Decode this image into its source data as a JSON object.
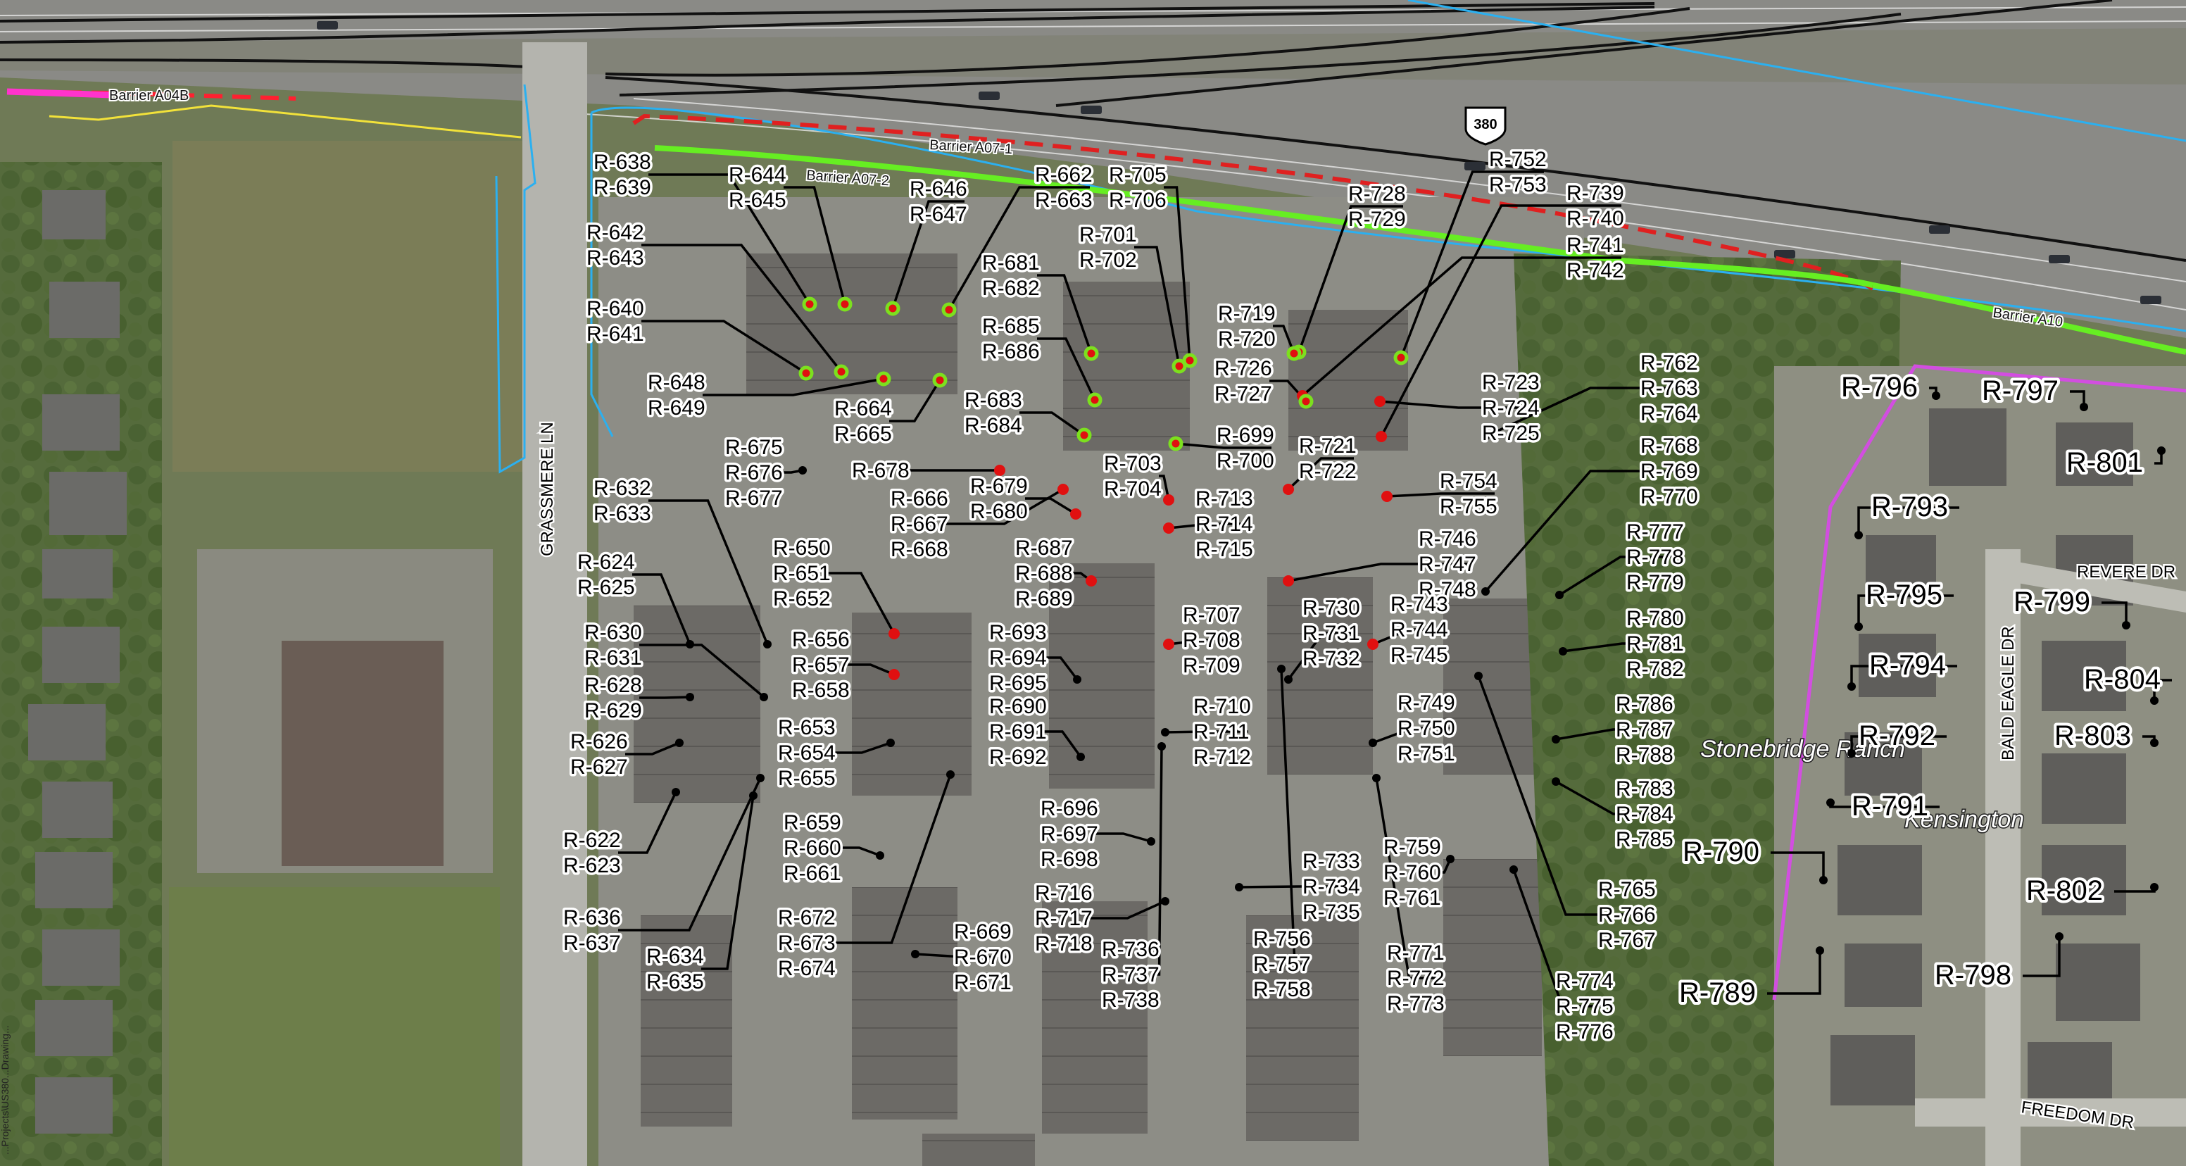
{
  "map": {
    "barriers": [
      {
        "label": "Barrier A04B",
        "color": "#ff2030"
      },
      {
        "label": "Barrier A07-1",
        "color": "#e02020"
      },
      {
        "label": "Barrier A07-2",
        "color": "#66ee22"
      },
      {
        "label": "Barrier A10",
        "color": "#66ee22"
      }
    ],
    "streets": [
      "GRASSMERE LN",
      "REVERE DR",
      "BALD EAGLE DR",
      "FREEDOM DR"
    ],
    "highway_shield": "380",
    "communities": [
      "Stonebridge Ranch",
      "Kensington"
    ],
    "receiver_colors": {
      "green_ring": "#7ce01e",
      "red": "#e01010",
      "black": "#000000"
    },
    "left_strip_text": "...Projects\\US380...Drawing...",
    "receivers": [
      "R-638",
      "R-639",
      "R-644",
      "R-645",
      "R-646",
      "R-647",
      "R-662",
      "R-663",
      "R-705",
      "R-706",
      "R-752",
      "R-753",
      "R-739",
      "R-740",
      "R-728",
      "R-729",
      "R-741",
      "R-742",
      "R-642",
      "R-643",
      "R-681",
      "R-682",
      "R-701",
      "R-702",
      "R-640",
      "R-641",
      "R-685",
      "R-686",
      "R-719",
      "R-720",
      "R-648",
      "R-649",
      "R-664",
      "R-665",
      "R-683",
      "R-684",
      "R-726",
      "R-727",
      "R-723",
      "R-724",
      "R-725",
      "R-762",
      "R-763",
      "R-764",
      "R-675",
      "R-676",
      "R-677",
      "R-678",
      "R-666",
      "R-667",
      "R-668",
      "R-679",
      "R-680",
      "R-699",
      "R-700",
      "R-721",
      "R-722",
      "R-703",
      "R-704",
      "R-713",
      "R-714",
      "R-715",
      "R-754",
      "R-755",
      "R-768",
      "R-769",
      "R-770",
      "R-632",
      "R-633",
      "R-650",
      "R-651",
      "R-652",
      "R-687",
      "R-688",
      "R-689",
      "R-746",
      "R-747",
      "R-748",
      "R-777",
      "R-778",
      "R-779",
      "R-624",
      "R-625",
      "R-630",
      "R-631",
      "R-656",
      "R-657",
      "R-658",
      "R-693",
      "R-694",
      "R-695",
      "R-707",
      "R-708",
      "R-709",
      "R-730",
      "R-731",
      "R-732",
      "R-743",
      "R-744",
      "R-745",
      "R-780",
      "R-781",
      "R-782",
      "R-628",
      "R-629",
      "R-653",
      "R-654",
      "R-655",
      "R-690",
      "R-691",
      "R-692",
      "R-710",
      "R-711",
      "R-712",
      "R-749",
      "R-750",
      "R-751",
      "R-786",
      "R-787",
      "R-788",
      "R-626",
      "R-627",
      "R-696",
      "R-697",
      "R-698",
      "R-783",
      "R-784",
      "R-785",
      "R-622",
      "R-623",
      "R-659",
      "R-660",
      "R-661",
      "R-733",
      "R-734",
      "R-735",
      "R-759",
      "R-760",
      "R-761",
      "R-716",
      "R-717",
      "R-718",
      "R-736",
      "R-737",
      "R-738",
      "R-756",
      "R-757",
      "R-758",
      "R-636",
      "R-637",
      "R-672",
      "R-673",
      "R-674",
      "R-669",
      "R-670",
      "R-671",
      "R-765",
      "R-766",
      "R-767",
      "R-771",
      "R-772",
      "R-773",
      "R-634",
      "R-635",
      "R-774",
      "R-775",
      "R-776",
      "R-796",
      "R-797",
      "R-801",
      "R-793",
      "R-795",
      "R-799",
      "R-794",
      "R-804",
      "R-792",
      "R-803",
      "R-791",
      "R-790",
      "R-802",
      "R-789",
      "R-798"
    ]
  }
}
